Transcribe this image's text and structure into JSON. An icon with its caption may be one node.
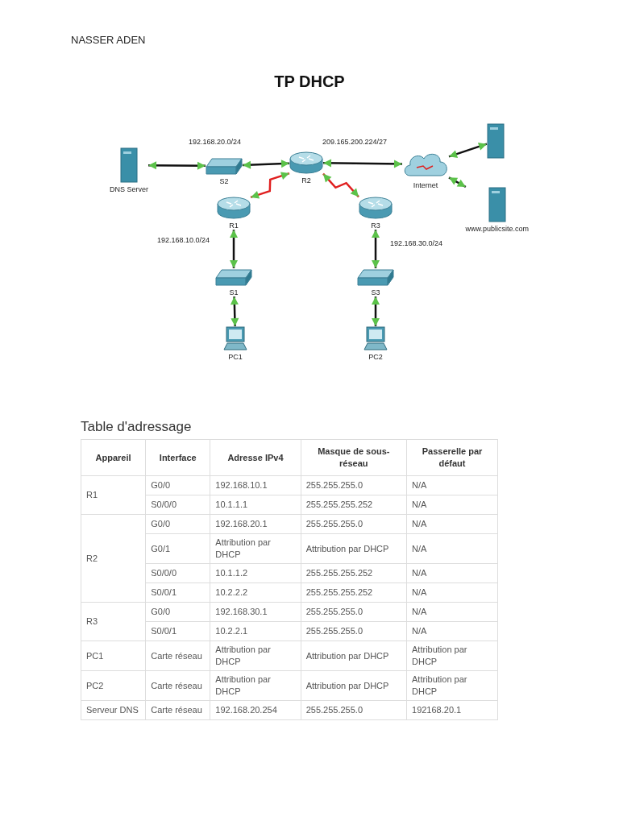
{
  "diagram": {
    "title": "TP DHCP",
    "nodes": [
      {
        "text": [
          "DNS Server"
        ]
      },
      {
        "text": [
          "S2"
        ]
      },
      {
        "text": [
          "R2"
        ]
      },
      {
        "text": [
          "Internet"
        ]
      },
      {
        "text": [],
        "shape": "box"
      },
      {
        "text": [
          "www.publicsite.com"
        ]
      },
      {
        "text": [
          "R1"
        ]
      },
      {
        "text": [
          "R3"
        ]
      },
      {
        "text": [
          "S1"
        ]
      },
      {
        "text": [
          "S3"
        ]
      },
      {
        "text": [
          "PC1"
        ]
      },
      {
        "text": [
          "PC2"
        ]
      }
    ],
    "edges": [
      {
        "from": 0,
        "to": 1,
        "arrow": "both"
      },
      {
        "from": 1,
        "to": 2,
        "arrow": "both"
      },
      {
        "from": 2,
        "to": 3,
        "arrow": "both"
      },
      {
        "from": 3,
        "to": 4,
        "arrow": "both"
      },
      {
        "from": 3,
        "to": 5,
        "arrow": "both"
      },
      {
        "from": 2,
        "to": 6,
        "arrow": "both",
        "color": "#e02020"
      },
      {
        "from": 2,
        "to": 7,
        "arrow": "both",
        "color": "#e02020"
      },
      {
        "from": 6,
        "to": 8,
        "arrow": "both"
      },
      {
        "from": 8,
        "to": 10,
        "arrow": "both"
      },
      {
        "from": 7,
        "to": 9,
        "arrow": "both"
      },
      {
        "from": 9,
        "to": 11,
        "arrow": "both"
      }
    ],
    "labels": [
      "NASSER ADEN",
      "192.168.20.0/24",
      "209.165.200.224/27",
      "192.168.10.0/24",
      "192.168.30.0/24",
      "Table d'adressage",
      "Appareil",
      "Interface",
      "Adresse IPv4",
      "Masque de sous-réseau",
      "Passerelle par défaut",
      "R1",
      "G0/0",
      "192.168.10.1",
      "255.255.255.0",
      "N/A",
      "S0/0/0",
      "10.1.1.1",
      "255.255.255.252",
      "N/A",
      "R2",
      "G0/0",
      "192.168.20.1",
      "255.255.255.0",
      "N/A",
      "G0/1",
      "Attribution par DHCP",
      "Attribution par DHCP",
      "N/A",
      "S0/0/0",
      "10.1.1.2",
      "255.255.255.252",
      "N/A",
      "S0/0/1",
      "10.2.2.2",
      "255.255.255.252",
      "N/A",
      "R3",
      "G0/0",
      "192.168.30.1",
      "255.255.255.0",
      "N/A",
      "S0/0/1",
      "10.2.2.1",
      "255.255.255.0",
      "N/A",
      "PC1",
      "Carte réseau",
      "Attribution par DHCP",
      "Attribution par DHCP",
      "Attribution par DHCP",
      "PC2",
      "Carte réseau",
      "Attribution par DHCP",
      "Attribution par DHCP",
      "Attribution par DHCP",
      "Serveur DNS",
      "Carte réseau",
      "192.168.20.254",
      "255.255.255.0",
      "192168.20.1"
    ]
  }
}
